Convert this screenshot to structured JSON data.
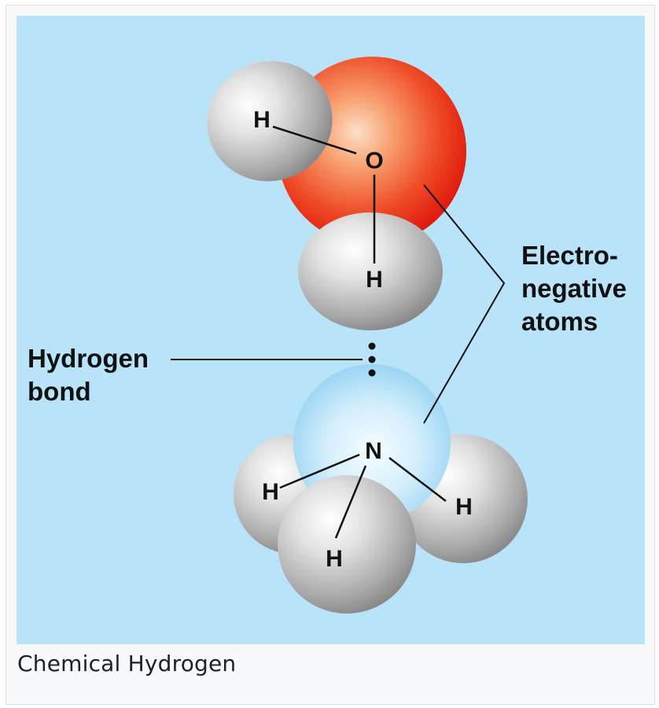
{
  "figure": {
    "atoms": {
      "water_h_top": "H",
      "water_o": "O",
      "water_h_bottom": "H",
      "ammonia_n": "N",
      "ammonia_h_left": "H",
      "ammonia_h_right": "H",
      "ammonia_h_bottom": "H"
    },
    "labels": {
      "hydrogen_bond_line1": "Hydrogen",
      "hydrogen_bond_line2": "bond",
      "electronegative_line1": "Electro-",
      "electronegative_line2": "negative",
      "electronegative_line3": "atoms"
    },
    "colors": {
      "background": "#b9e3f8",
      "oxygen": "#e8321e",
      "nitrogen": "#a8dcf7",
      "hydrogen": "#c9c9c9"
    }
  },
  "caption": "Chemical Hydrogen"
}
